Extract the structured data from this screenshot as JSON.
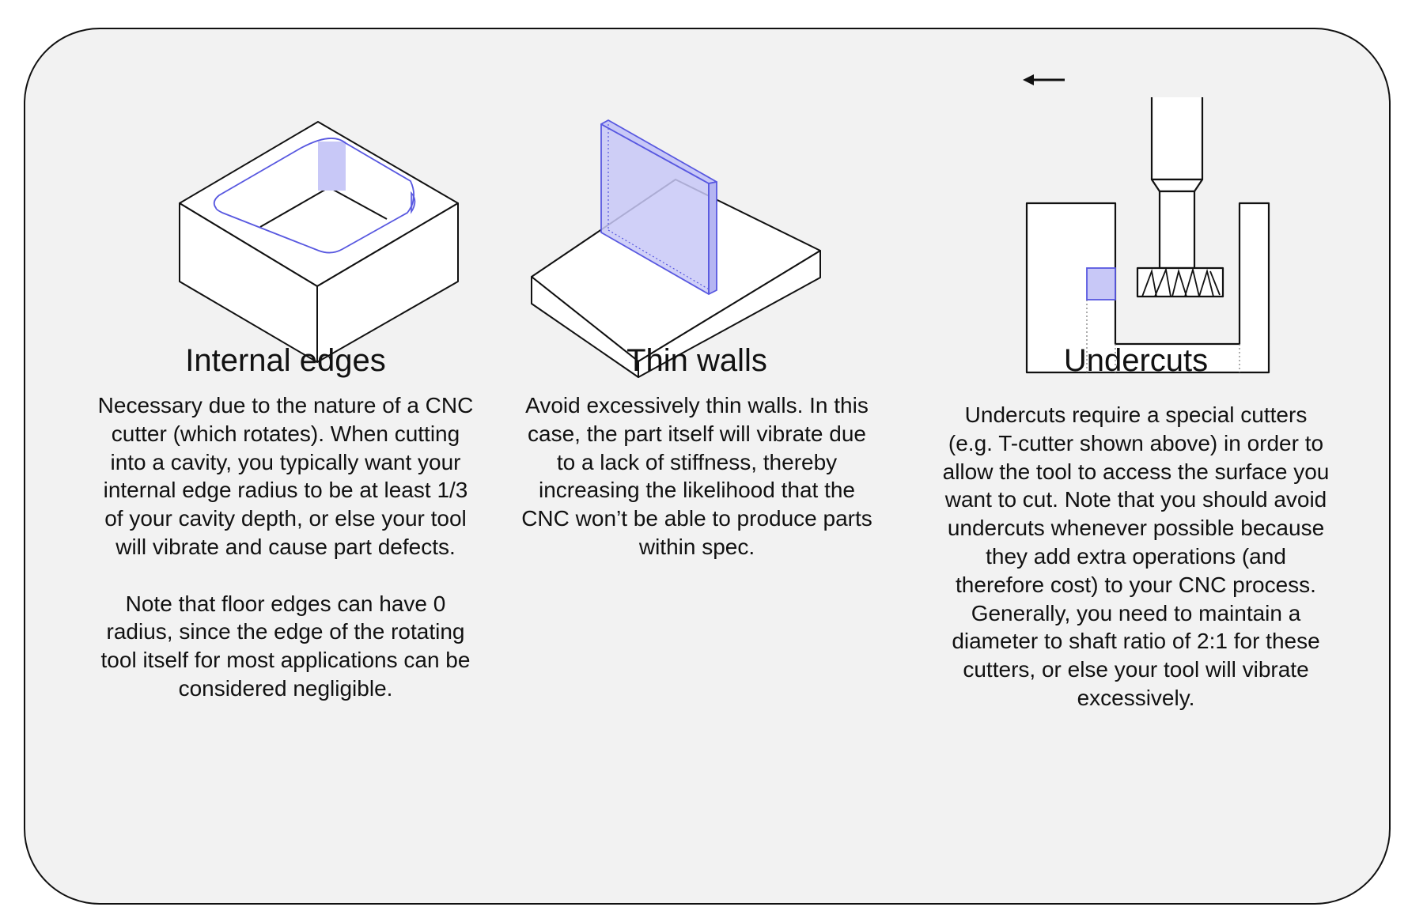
{
  "panels": [
    {
      "id": "internal-edges",
      "figure_icon": "pocket-cavity-diagram",
      "title": "Internal edges",
      "paragraphs": [
        "Necessary due to the nature of a CNC cutter (which rotates). When cutting into a cavity, you typically want your internal edge radius to be at least 1/3 of your cavity depth, or else your tool will vibrate and cause part defects.",
        "Note that floor edges can have 0 radius, since the edge of the rotating tool itself for most applications can be considered negligible."
      ]
    },
    {
      "id": "thin-walls",
      "figure_icon": "thin-wall-plate-diagram",
      "title": "Thin walls",
      "paragraphs": [
        "Avoid excessively thin walls. In this case, the part itself will vibrate due to a lack of stiffness, thereby increasing the likelihood that the CNC won’t be able to produce parts within spec."
      ]
    },
    {
      "id": "undercuts",
      "figure_icon": "t-cutter-undercut-diagram",
      "title": "Undercuts",
      "paragraphs": [
        "Undercuts require a special cutters (e.g. T-cutter shown above) in order to allow the tool to access the surface you want to cut. Note that you should avoid undercuts whenever possible because they add extra operations (and therefore cost) to your CNC process. Generally, you need to maintain a diameter to shaft ratio of 2:1 for these cutters, or else your tool will vibrate excessively."
      ]
    }
  ],
  "colors": {
    "highlight_fill": "#c8c8f7",
    "highlight_stroke": "#5858e0",
    "line": "#111111",
    "card_background": "#f2f2f2"
  }
}
